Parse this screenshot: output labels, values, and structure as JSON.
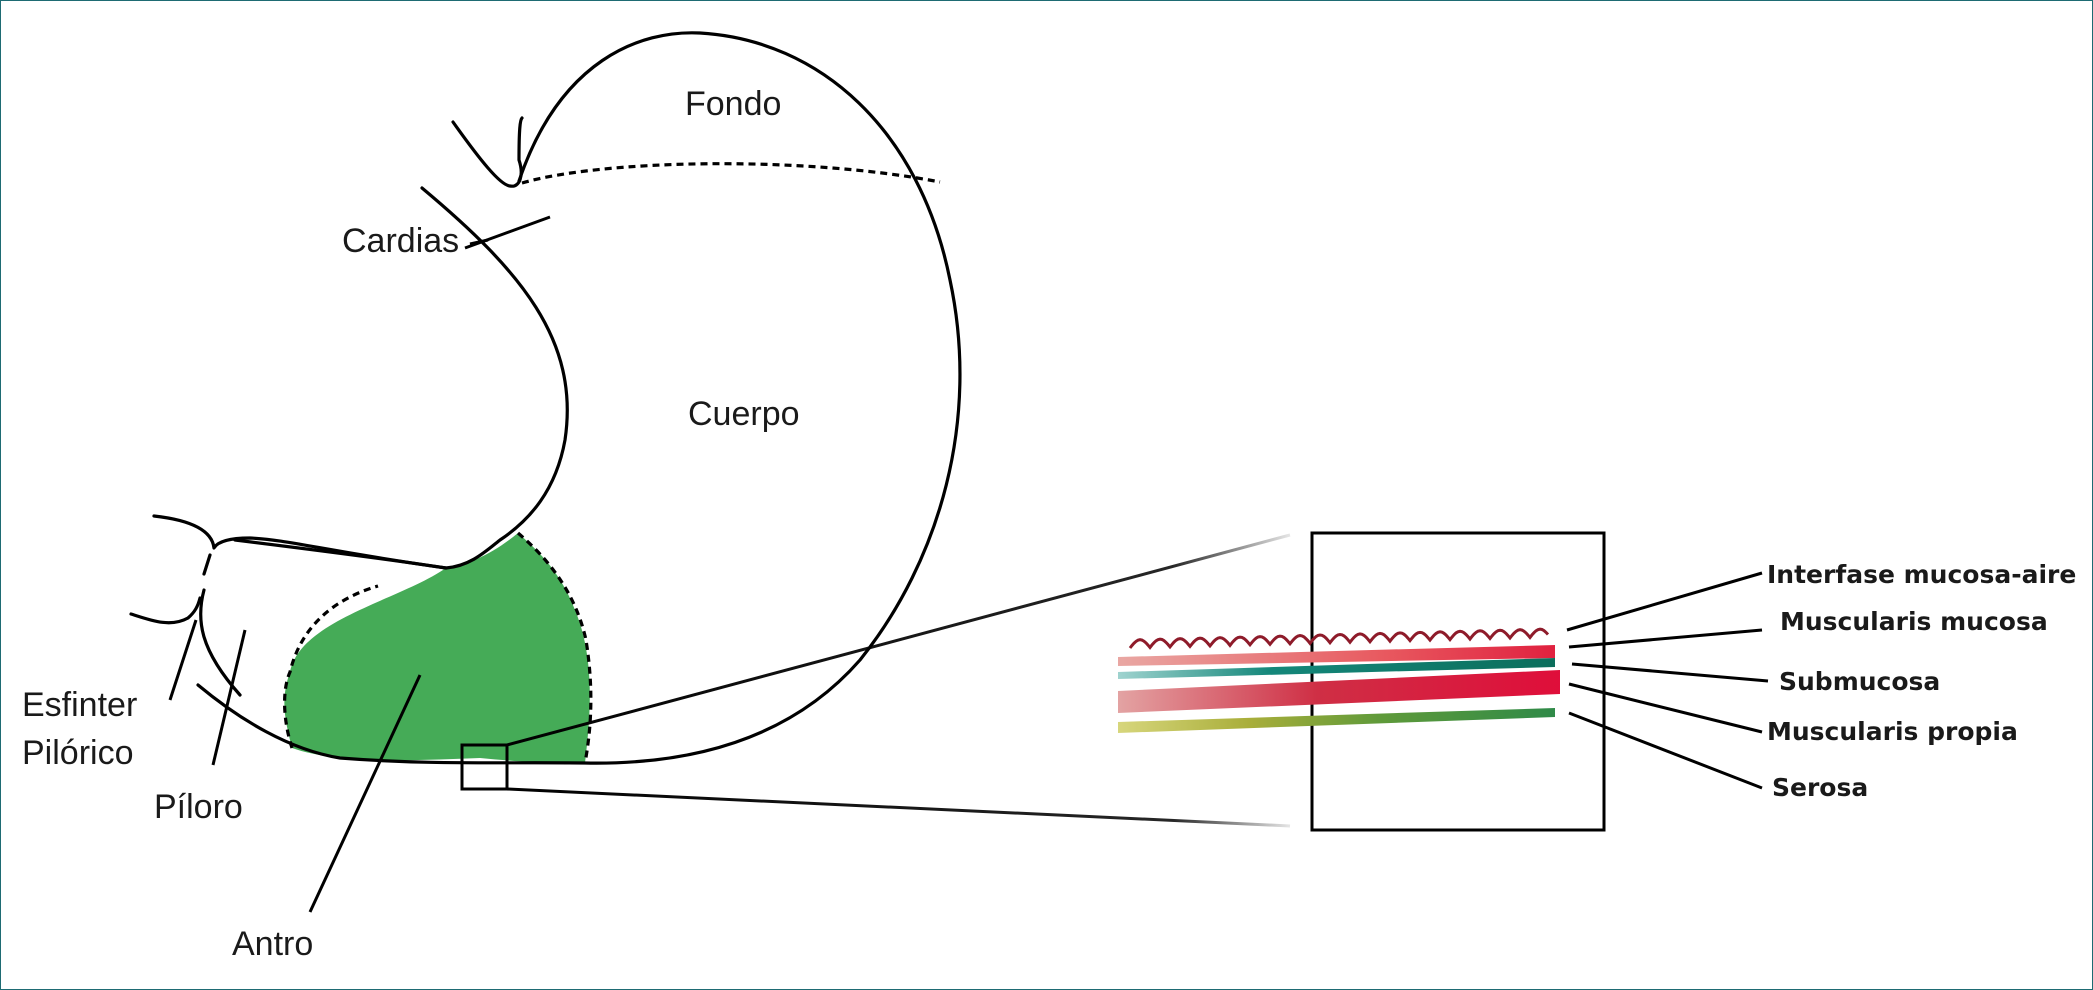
{
  "diagram": {
    "subject": "Anatomía del estómago con detalle de capas de la pared gástrica",
    "regions": {
      "fondo": "Fondo",
      "cardias": "Cardias",
      "cuerpo": "Cuerpo",
      "esfinter_line1": "Esfinter",
      "esfinter_line2": "Pilórico",
      "piloro": "Píloro",
      "antro": "Antro"
    },
    "highlighted_region": "Antro",
    "layers": [
      {
        "label": "Interfase mucosa-aire",
        "color": "#8e1b2a"
      },
      {
        "label": "Muscularis mucosa",
        "color": "#e0213f"
      },
      {
        "label": "Submucosa",
        "color": "#0f7a6a"
      },
      {
        "label": "Muscularis propia",
        "color": "#d3123a"
      },
      {
        "label": "Serosa",
        "color": "#3d8a3a"
      }
    ],
    "colors": {
      "antro_fill": "#45ab57",
      "frame_border": "#1e6b73",
      "outline": "#000000"
    }
  }
}
